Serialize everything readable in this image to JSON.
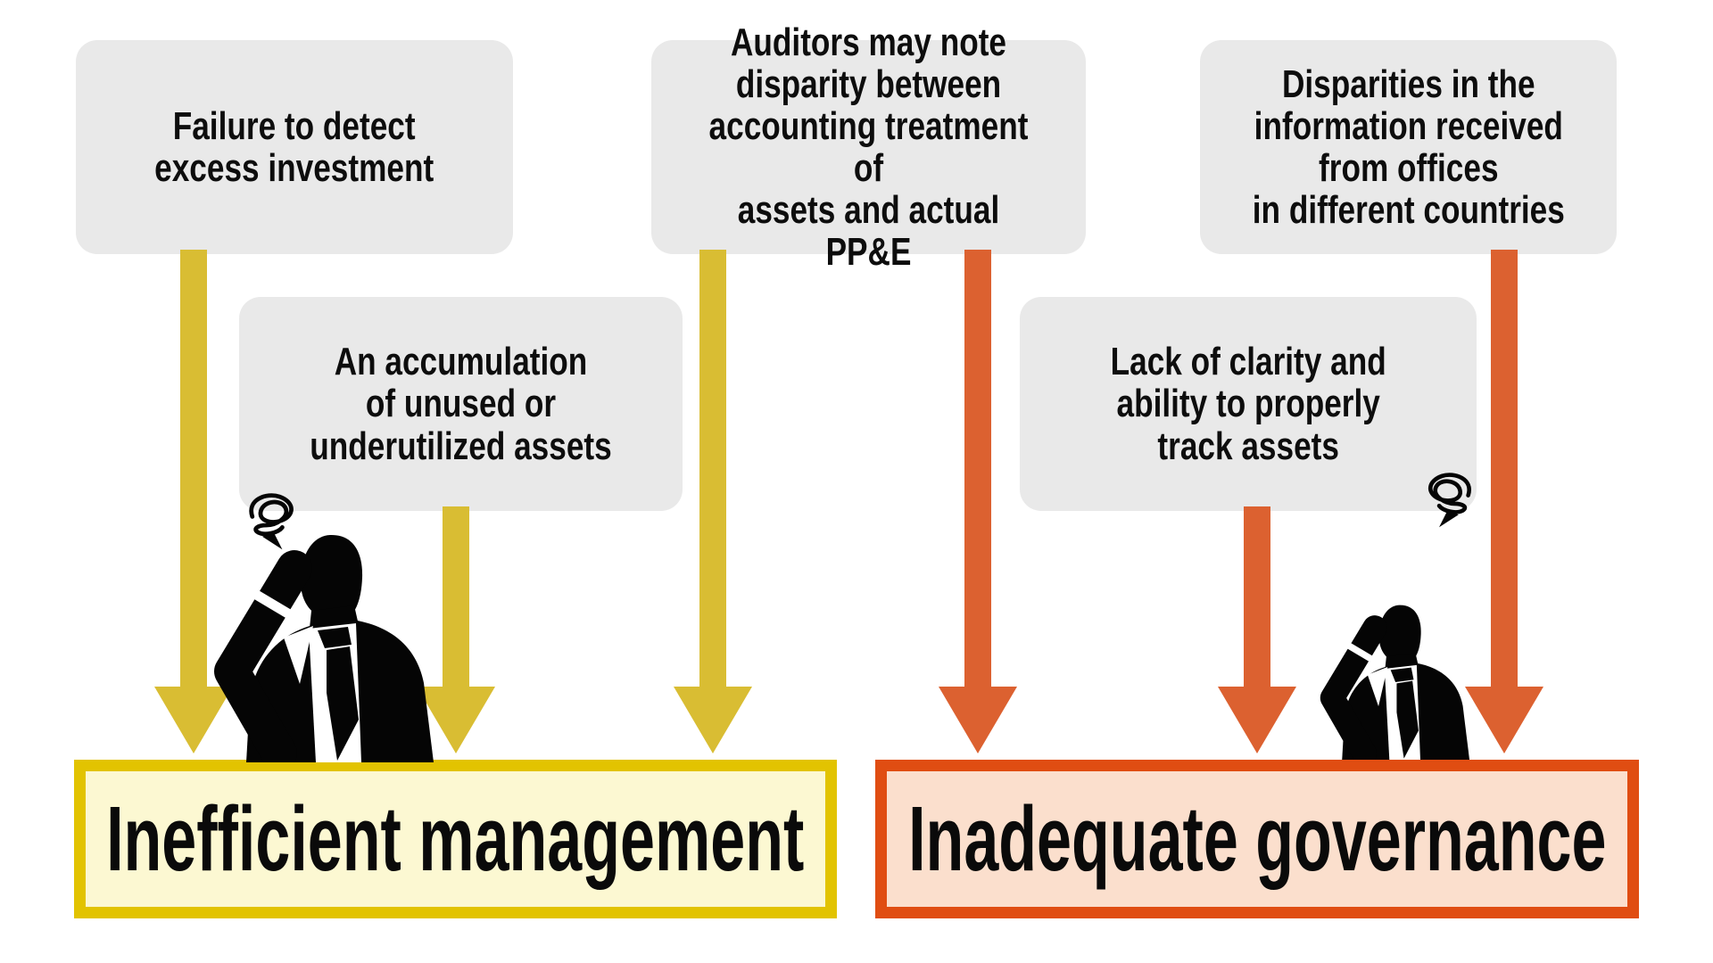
{
  "cause_boxes": [
    {
      "label": "Failure to detect\nexcess investment"
    },
    {
      "label": "An accumulation\nof unused or\nunderutilized assets"
    },
    {
      "label": "Auditors may note\ndisparity between\naccounting treatment of\nassets and actual PP&E"
    },
    {
      "label": "Disparities in the\ninformation received\nfrom offices\nin different countries"
    },
    {
      "label": "Lack of clarity and\nability to properly\ntrack assets"
    }
  ],
  "outcomes": [
    {
      "label": "Inefficient management"
    },
    {
      "label": "Inadequate governance"
    }
  ],
  "colors": {
    "cause_box_bg": "#e9e9e9",
    "yellow_arrow": "#d9bd33",
    "orange_arrow": "#dc6130",
    "inefficient_banner_border": "#e2c301",
    "inefficient_banner_fill": "#fcf8d2",
    "inadequate_banner_border": "#e04d12",
    "inadequate_banner_fill": "#fbdfcd",
    "text": "#0d0d0d",
    "silhouette": "#050505"
  }
}
